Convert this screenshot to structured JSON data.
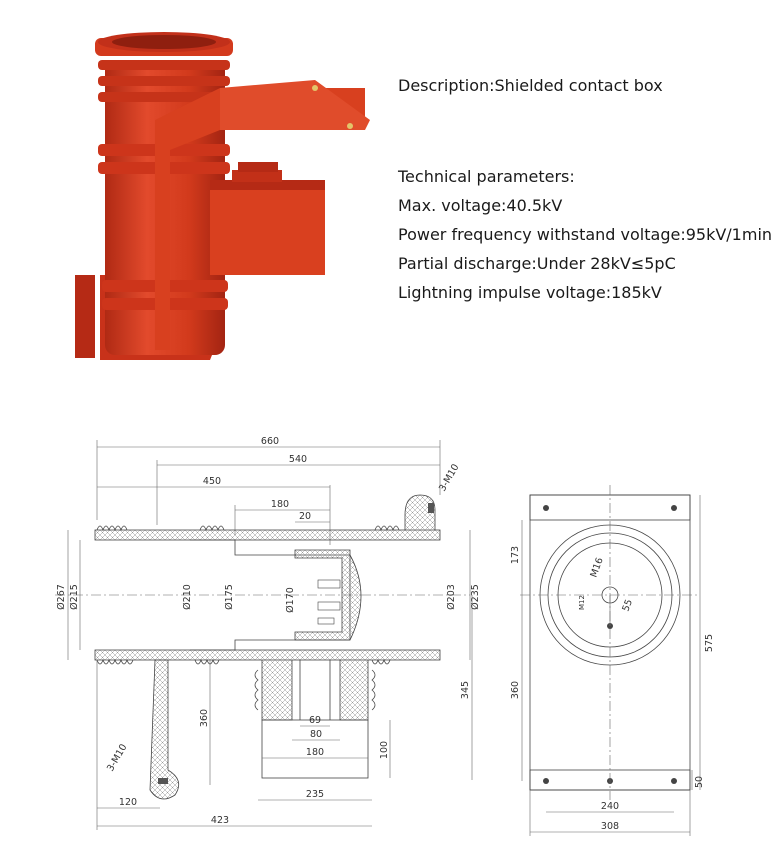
{
  "description": "Description:Shielded contact box",
  "technical": {
    "heading": "Technical parameters:",
    "lines": [
      "Max. voltage:40.5kV",
      "Power frequency withstand voltage:95kV/1min",
      "Partial discharge:Under 28kV≤5pC",
      "Lightning impulse voltage:185kV"
    ]
  },
  "drawing_dims": {
    "d660": "660",
    "d540": "540",
    "d450": "450",
    "d180top": "180",
    "d20": "20",
    "d3m10a": "3-M10",
    "d3m10b": "3-M10",
    "d267": "Ø267",
    "d215": "Ø215",
    "d210": "Ø210",
    "d175": "Ø175",
    "d170": "Ø170",
    "d203": "Ø203",
    "d235": "Ø235",
    "d360": "360",
    "d345": "345",
    "d69": "69",
    "d80": "80",
    "d180mid": "180",
    "d100": "100",
    "d235b": "235",
    "d120": "120",
    "d423": "423",
    "s173": "173",
    "s360": "360",
    "s575": "575",
    "s50": "50",
    "s240": "240",
    "s308": "308",
    "sm16": "M16",
    "sm12": "M12",
    "s55": "55"
  },
  "colors": {
    "body_red": "#d63a1f",
    "hatch": "#b8b8b8"
  }
}
